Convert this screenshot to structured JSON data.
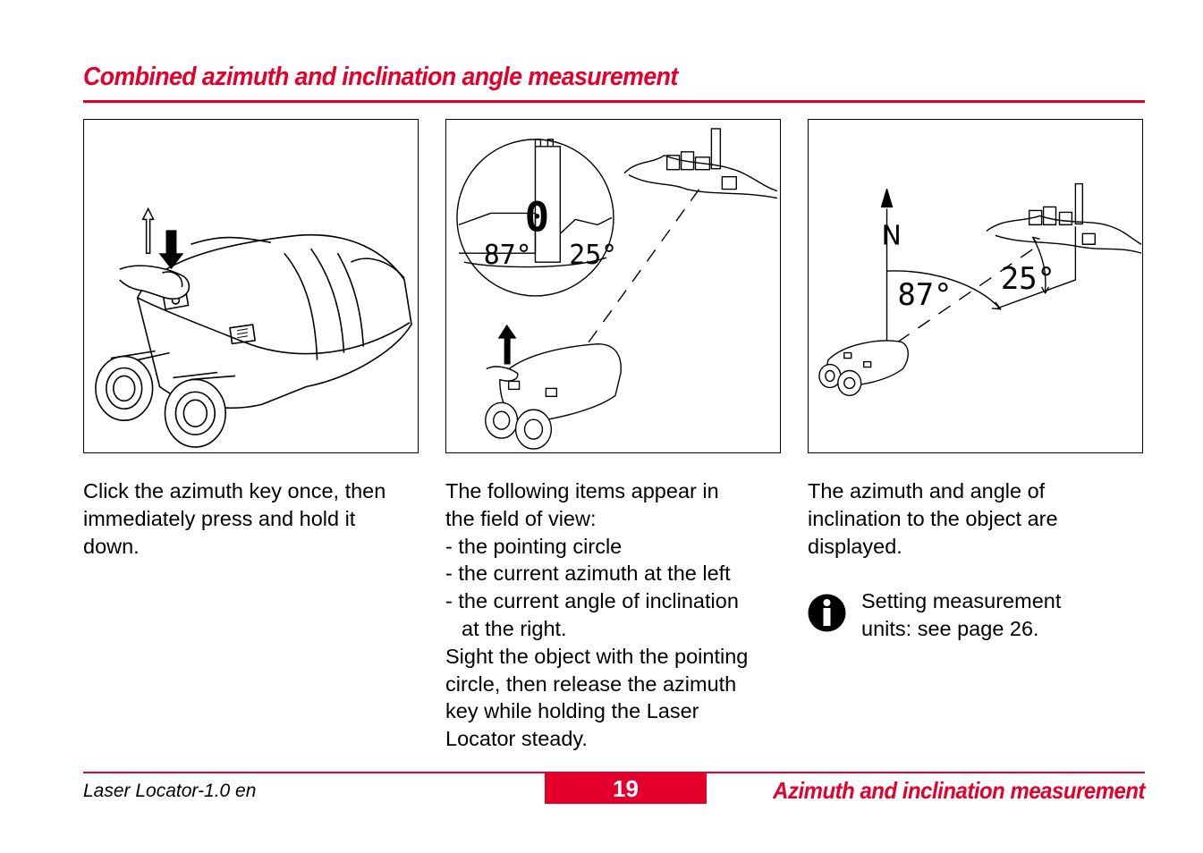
{
  "header": {
    "title": "Combined azimuth and inclination angle measurement"
  },
  "panels": {
    "middle_display": {
      "azimuth": "87°",
      "inclination": "25°"
    },
    "right_display": {
      "azimuth": "87°",
      "inclination": "25°",
      "north": "N"
    }
  },
  "columns": {
    "col1": {
      "lines": [
        "Click the azimuth key once, then",
        "immediately press and hold it",
        "down."
      ]
    },
    "col2": {
      "lines": [
        "The following items appear in",
        "the field of view:",
        "- the pointing circle",
        "- the current azimuth at the left",
        "- the current angle of inclination",
        "at the right.",
        "Sight the object with the pointing",
        "circle, then release the azimuth",
        "key while holding the Laser",
        "Locator steady."
      ]
    },
    "col3": {
      "lines": [
        "The azimuth and angle of",
        "inclination to the object are",
        "displayed."
      ],
      "info": {
        "icon": "info-icon",
        "lines": [
          "Setting measurement",
          "units: see page 26."
        ]
      }
    }
  },
  "footer": {
    "left": "Laser Locator-1.0 en",
    "page": "19",
    "right": "Azimuth and inclination measurement"
  },
  "colors": {
    "accent": "#e4002b"
  }
}
